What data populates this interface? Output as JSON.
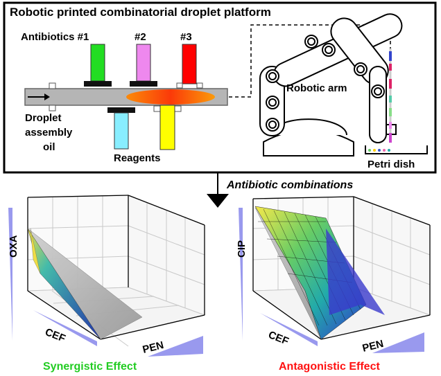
{
  "title": "Robotic printed combinatorial droplet platform",
  "antibiotics": {
    "label": "Antibiotics #1",
    "n2": "#2",
    "n3": "#3"
  },
  "oil_label": {
    "line1": "Droplet",
    "line2": "assembly",
    "line3": "oil"
  },
  "reagents_label": "Reagents",
  "robotic_arm_label": "Robotic arm",
  "petri_dish_label": "Petri dish",
  "combinations_label": "Antibiotic combinations",
  "plot_left": {
    "ylabel": "OXA",
    "xlabel_left": "CEF",
    "xlabel_right": "PEN",
    "effect": "Synergistic Effect"
  },
  "plot_right": {
    "ylabel": "CIP",
    "xlabel_left": "CEF",
    "xlabel_right": "PEN",
    "effect": "Antagonistic Effect"
  },
  "colors": {
    "antibiotic1": "#22dd22",
    "antibiotic2": "#ee88ee",
    "antibiotic3": "#ff0000",
    "reagent1": "#88eeff",
    "reagent2": "#ffff00",
    "channel": "#b0b0b0",
    "synergistic": "#22cc22",
    "antagonistic": "#ff1111",
    "axis_wedge": "#9999ee"
  }
}
